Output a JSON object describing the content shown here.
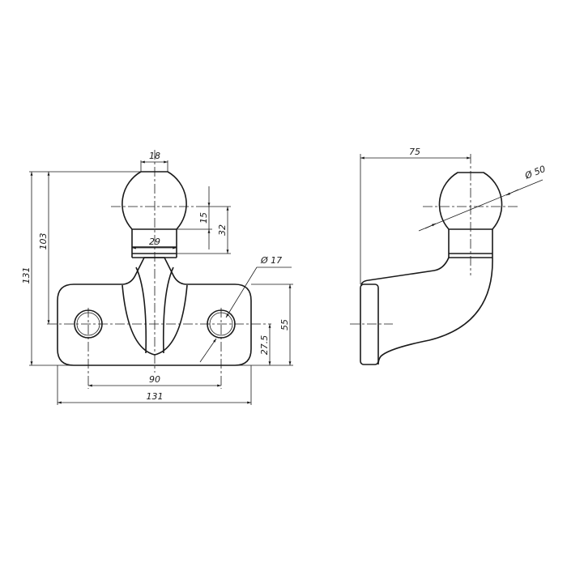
{
  "front_view": {
    "dims": {
      "ball_top_width": "18",
      "height_to_holes": "103",
      "total_height": "131",
      "neck_height": "15",
      "ball_center_to_collar": "32",
      "neck_width": "29",
      "hole_diameter": "Ø 17",
      "plate_height": "55",
      "hole_center_height": "27.5",
      "hole_spacing": "90",
      "plate_width": "131"
    }
  },
  "side_view": {
    "dims": {
      "offset": "75",
      "ball_diameter": "Ø 50"
    }
  }
}
